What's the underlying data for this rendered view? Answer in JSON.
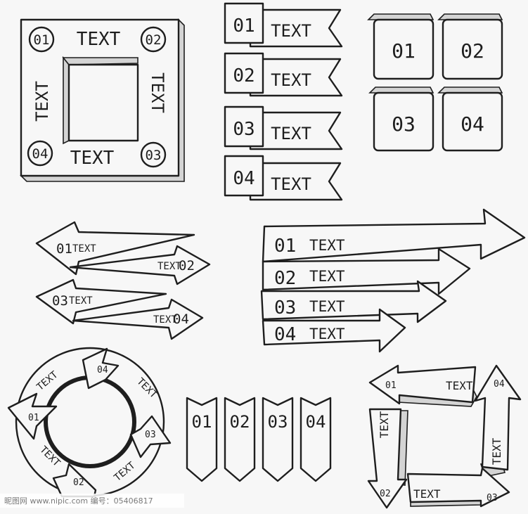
{
  "frame": {
    "corner_nums": [
      "01",
      "02",
      "03",
      "04"
    ],
    "top": "TEXT",
    "bottom": "TEXT",
    "left": "TEXT",
    "right": "TEXT"
  },
  "flags": [
    {
      "num": "01",
      "text": "TEXT"
    },
    {
      "num": "02",
      "text": "TEXT"
    },
    {
      "num": "03",
      "text": "TEXT"
    },
    {
      "num": "04",
      "text": "TEXT"
    }
  ],
  "tiles": [
    "01",
    "02",
    "03",
    "04"
  ],
  "zigzag": [
    {
      "num": "01",
      "text": "TEXT"
    },
    {
      "num": "02",
      "text": "TEXT"
    },
    {
      "num": "03",
      "text": "TEXT"
    },
    {
      "num": "04",
      "text": "TEXT"
    }
  ],
  "bars": [
    {
      "num": "01",
      "text": "TEXT"
    },
    {
      "num": "02",
      "text": "TEXT"
    },
    {
      "num": "03",
      "text": "TEXT"
    },
    {
      "num": "04",
      "text": "TEXT"
    }
  ],
  "cycle": {
    "nums": [
      "01",
      "02",
      "03",
      "04"
    ],
    "texts": [
      "TEXT",
      "TEXT",
      "TEXT",
      "TEXT"
    ]
  },
  "tags": [
    "01",
    "02",
    "03",
    "04"
  ],
  "square_loop": {
    "nums": [
      "01",
      "02",
      "03",
      "04"
    ],
    "texts": [
      "TEXT",
      "TEXT",
      "TEXT",
      "TEXT"
    ]
  },
  "watermark": "昵图网 www.nipic.com    编号：05406817"
}
